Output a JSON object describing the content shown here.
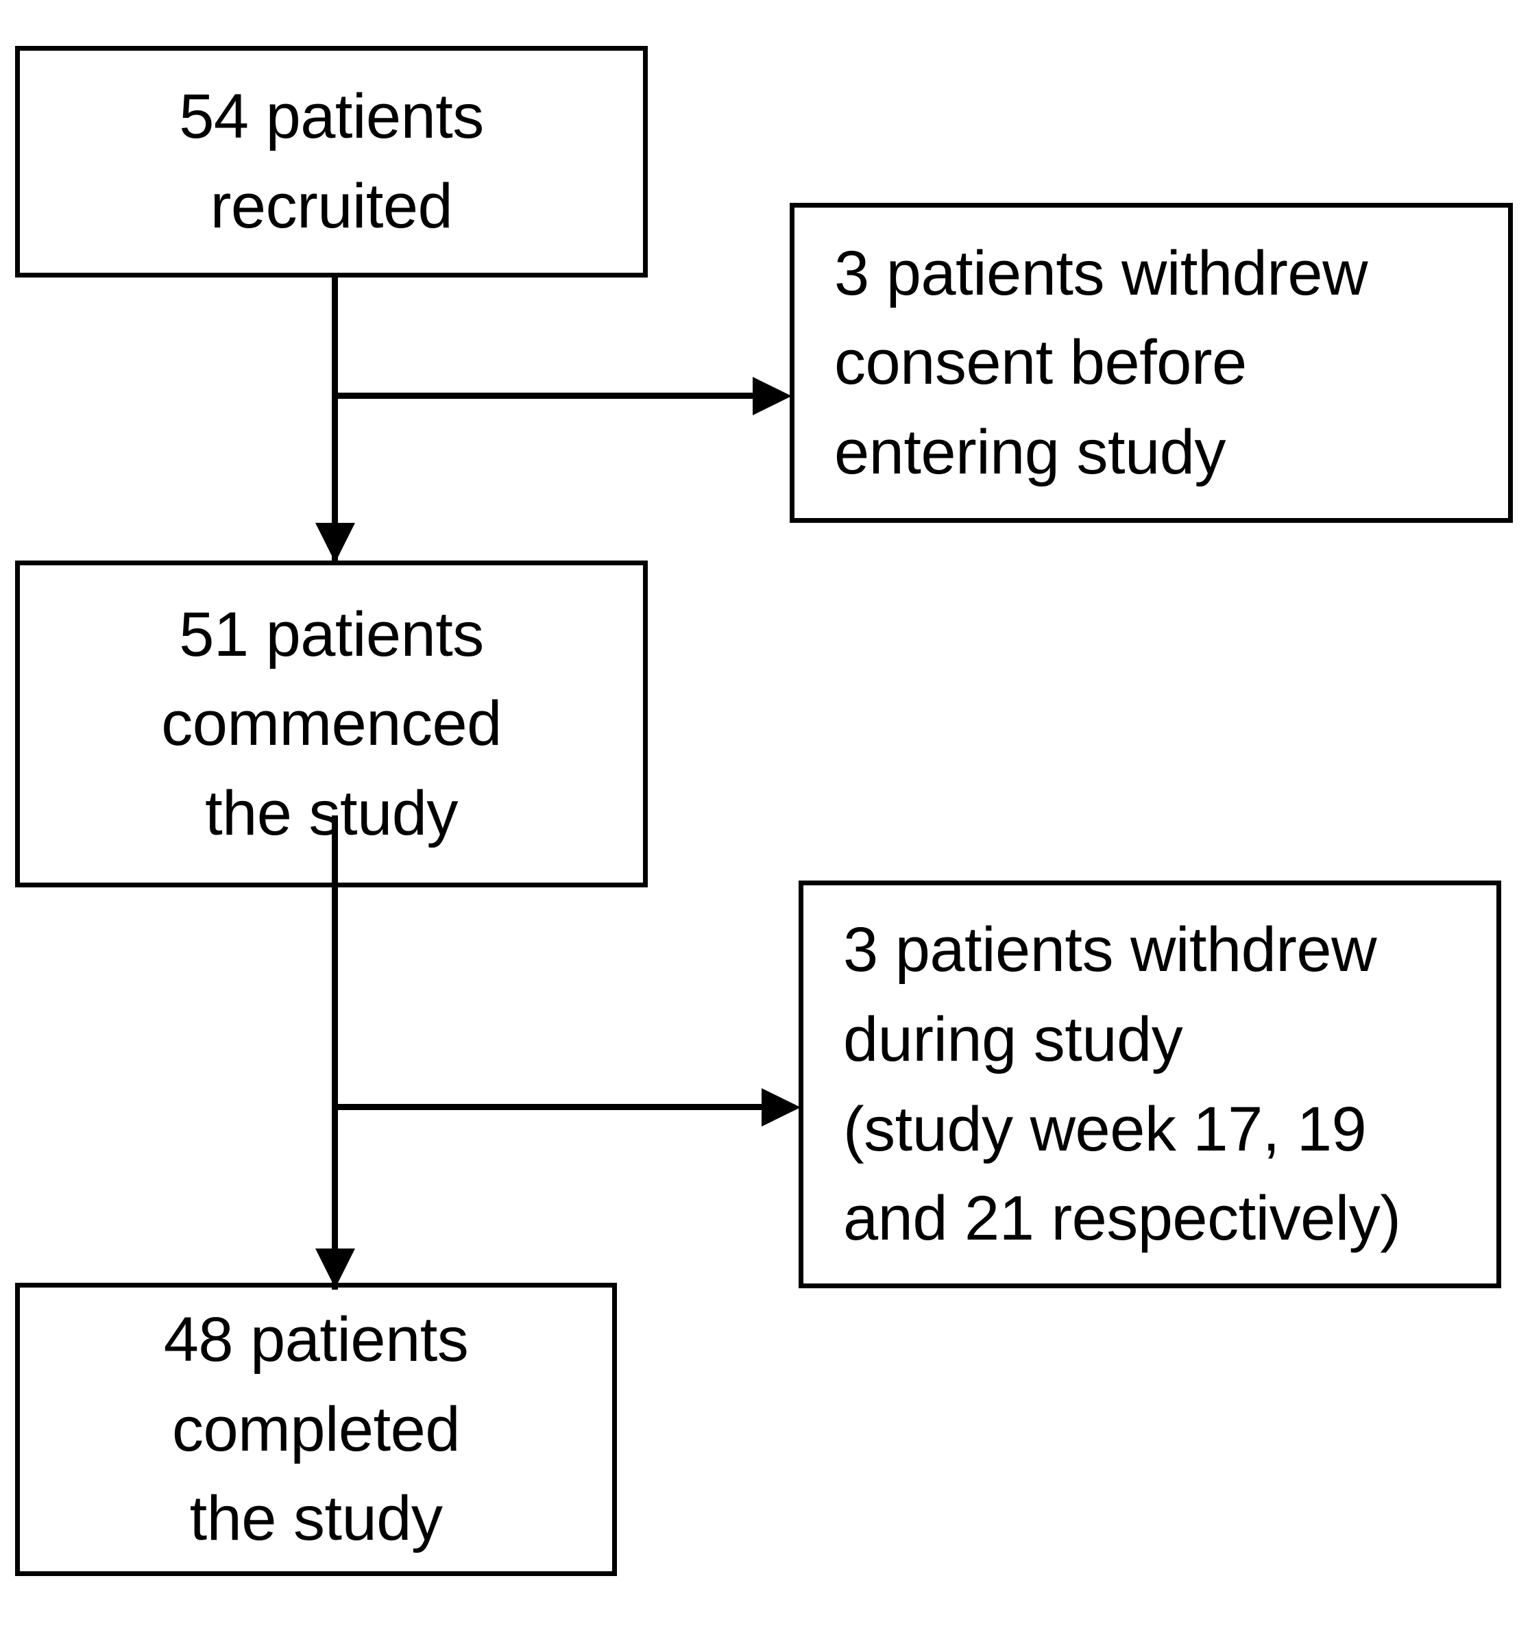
{
  "diagram": {
    "type": "flowchart",
    "title": "Patient recruitment and retention flow diagram",
    "stroke_color": "#000000",
    "background_color": "#ffffff",
    "nodes": [
      {
        "id": "recruited",
        "lines": [
          "54 patients",
          "recruited"
        ],
        "count": 54,
        "column": "left"
      },
      {
        "id": "withdrew-before",
        "lines": [
          "3 patients withdrew",
          "consent before",
          "entering study"
        ],
        "count": 3,
        "column": "right"
      },
      {
        "id": "commenced",
        "lines": [
          "51 patients",
          "commenced",
          "the study"
        ],
        "count": 51,
        "column": "left"
      },
      {
        "id": "withdrew-during",
        "lines": [
          "3 patients withdrew",
          "during study",
          "(study week 17, 19",
          "and 21 respectively)"
        ],
        "count": 3,
        "column": "right"
      },
      {
        "id": "completed",
        "lines": [
          "48 patients",
          "completed",
          "the study"
        ],
        "count": 48,
        "column": "left"
      }
    ],
    "edges": [
      {
        "id": "recruited-to-commenced",
        "from": "recruited",
        "to": "commenced",
        "direction": "down",
        "label": ""
      },
      {
        "id": "recruited-to-withdrew-before",
        "from": "recruited",
        "to": "withdrew-before",
        "direction": "right",
        "label": ""
      },
      {
        "id": "commenced-to-completed",
        "from": "commenced",
        "to": "completed",
        "direction": "down",
        "label": ""
      },
      {
        "id": "commenced-to-withdrew-during",
        "from": "commenced",
        "to": "withdrew-during",
        "direction": "right",
        "label": ""
      }
    ]
  }
}
